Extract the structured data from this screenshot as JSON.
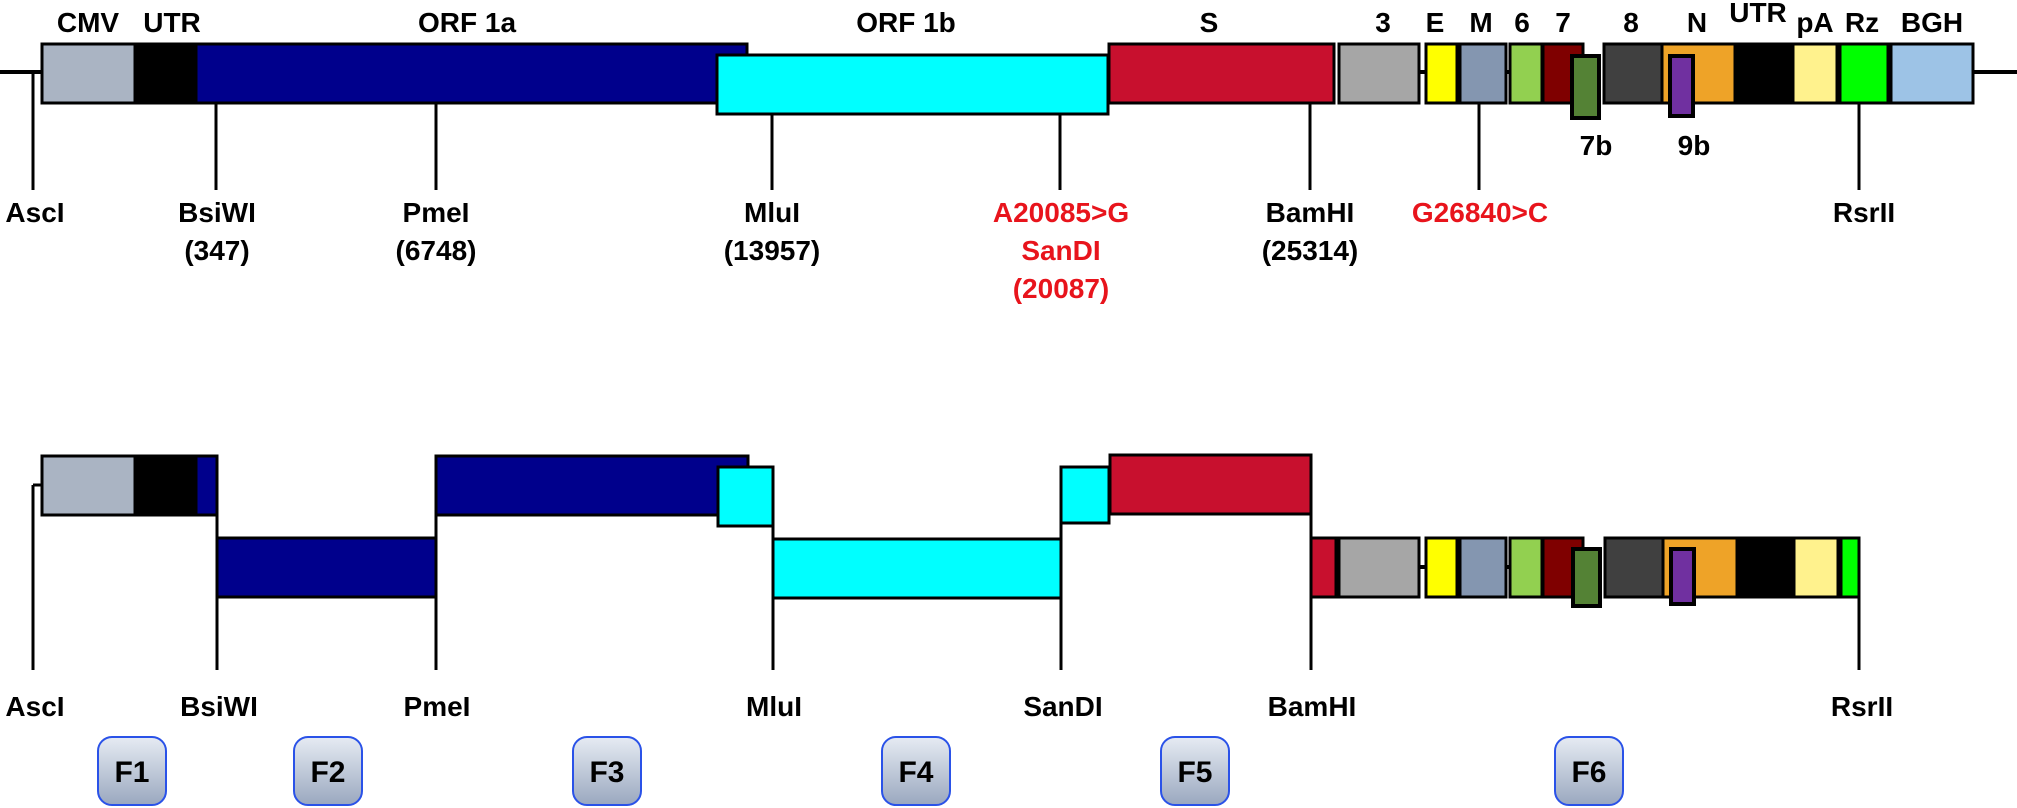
{
  "colors": {
    "cmv": "#aab4c3",
    "utr": "#000000",
    "orf1a": "#00008c",
    "orf1b": "#00ffff",
    "S": "#c8102e",
    "g3": "#a6a6a6",
    "E": "#ffff00",
    "M": "#8496b0",
    "g6": "#92d050",
    "g7": "#7f0000",
    "g7b": "#548235",
    "g8": "#404040",
    "N": "#eea328",
    "g9b": "#7030a0",
    "pA": "#fff28d",
    "Rz": "#00ff00",
    "BGH": "#9dc3e6",
    "mutation": "#e8141c",
    "fragment_fill": "#b4c0d4",
    "fragment_border": "#2a52e8"
  },
  "gene_labels": {
    "cmv": "CMV",
    "utr5": "UTR",
    "orf1a": "ORF 1a",
    "orf1b": "ORF 1b",
    "S": "S",
    "g3": "3",
    "E": "E",
    "M": "M",
    "g6": "6",
    "g7": "7",
    "g8": "8",
    "N": "N",
    "utr3": "UTR",
    "pA": "pA",
    "Rz": "Rz",
    "BGH": "BGH",
    "g7b": "7b",
    "g9b": "9b"
  },
  "sites_top": {
    "ascI": "AscI",
    "bsiwi": "BsiWI",
    "bsiwi_pos": "(347)",
    "pmei": "PmeI",
    "pmei_pos": "(6748)",
    "mlui": "MluI",
    "mlui_pos": "(13957)",
    "mut1": "A20085>G",
    "sandi": "SanDI",
    "sandi_pos": "(20087)",
    "bamhi": "BamHI",
    "bamhi_pos": "(25314)",
    "mut2": "G26840>C",
    "rsrii": "RsrII"
  },
  "sites_bottom": {
    "ascI": "AscI",
    "bsiwi": "BsiWI",
    "pmei": "PmeI",
    "mlui": "MluI",
    "sandi": "SanDI",
    "bamhi": "BamHI",
    "rsrii": "RsrII"
  },
  "fragments": [
    "F1",
    "F2",
    "F3",
    "F4",
    "F5",
    "F6"
  ]
}
